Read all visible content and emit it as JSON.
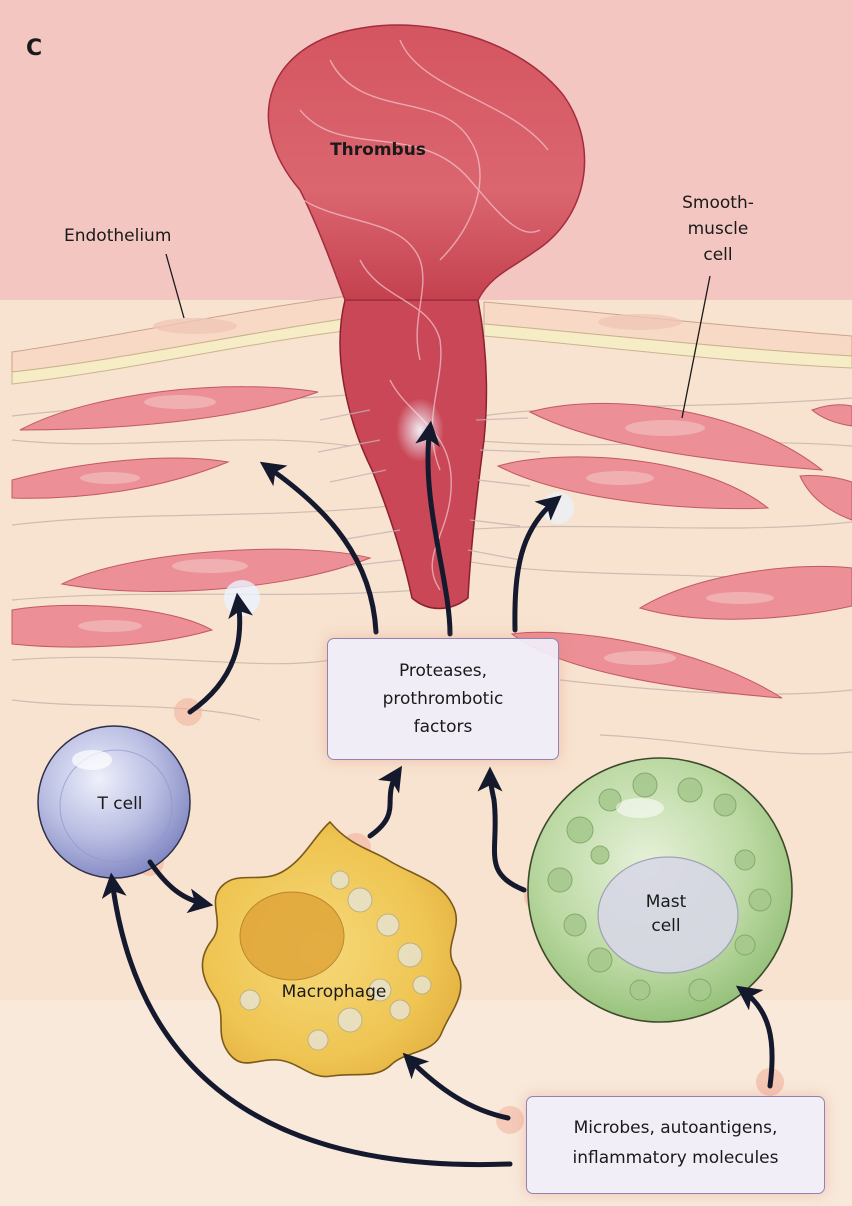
{
  "figure": {
    "panel_letter": "C"
  },
  "labels": {
    "thrombus": "Thrombus",
    "endothelium": "Endothelium",
    "smooth_muscle_line1": "Smooth-",
    "smooth_muscle_line2": "muscle",
    "smooth_muscle_line3": "cell",
    "t_cell": "T cell",
    "macrophage": "Macrophage",
    "mast_line1": "Mast",
    "mast_line2": "cell"
  },
  "boxes": {
    "proteases_line1": "Proteases,",
    "proteases_line2": "prothrombotic",
    "proteases_line3": "factors",
    "microbes_line1": "Microbes, autoantigens,",
    "microbes_line2": "inflammatory molecules"
  },
  "colors": {
    "tissue": "#f7e3cf",
    "lumen": "#f3c6c2",
    "thrombus": "#d9505a",
    "smooth_muscle": "#ea8d94",
    "t_cell": "#aab0da",
    "macrophage": "#eec24e",
    "mast_cell": "#b4d49a",
    "arrow": "#15192e",
    "box_border": "#8e85ad"
  }
}
